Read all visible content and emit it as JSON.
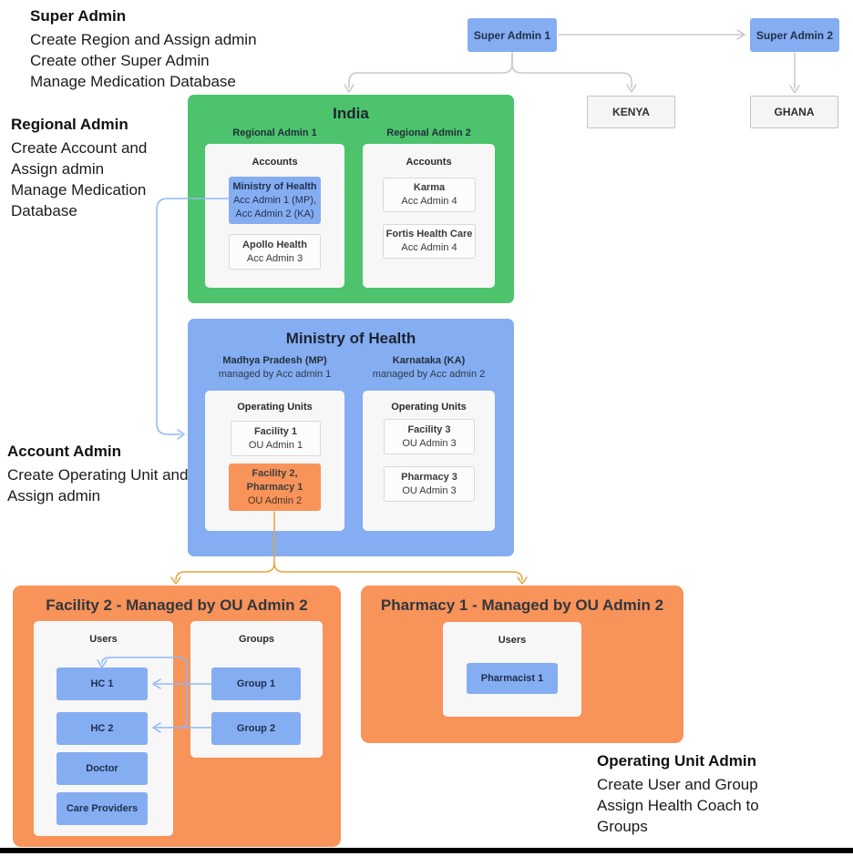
{
  "annotations": {
    "super_admin": {
      "title": "Super Admin",
      "lines": [
        "Create Region and Assign admin",
        "Create other Super Admin",
        "Manage Medication Database"
      ]
    },
    "regional_admin": {
      "title": "Regional Admin",
      "lines": [
        "Create Account and",
        "Assign admin",
        "Manage Medication",
        "Database"
      ]
    },
    "account_admin": {
      "title": "Account Admin",
      "lines": [
        "Create Operating Unit and",
        "Assign admin"
      ]
    },
    "operating_unit_admin": {
      "title": "Operating Unit Admin",
      "lines": [
        "Create User and Group",
        "Assign Health Coach to",
        "Groups"
      ]
    }
  },
  "top_nodes": {
    "super_admin_1": "Super Admin 1",
    "super_admin_2": "Super Admin 2",
    "kenya": "KENYA",
    "ghana": "GHANA"
  },
  "india": {
    "title": "India",
    "col1": {
      "label": "Regional Admin 1",
      "panel_title": "Accounts",
      "ministry": {
        "name": "Ministry of Health",
        "line1": "Acc Admin 1 (MP),",
        "line2": "Acc Admin 2 (KA)"
      },
      "apollo": {
        "name": "Apollo Health",
        "line1": "Acc Admin 3"
      }
    },
    "col2": {
      "label": "Regional Admin 2",
      "panel_title": "Accounts",
      "karma": {
        "name": "Karma",
        "line1": "Acc Admin 4"
      },
      "fortis": {
        "name": "Fortis Health Care",
        "line1": "Acc Admin 4"
      }
    }
  },
  "ministry": {
    "title": "Ministry of Health",
    "col1": {
      "label": "Madhya Pradesh (MP)",
      "sublabel": "managed by Acc admin 1",
      "panel_title": "Operating Units",
      "facility1": {
        "name": "Facility 1",
        "line1": "OU Admin 1"
      },
      "facility2": {
        "name1": "Facility 2,",
        "name2": "Pharmacy 1",
        "line1": "OU Admin 2"
      }
    },
    "col2": {
      "label": "Karnataka (KA)",
      "sublabel": "managed by Acc admin 2",
      "panel_title": "Operating Units",
      "facility3": {
        "name": "Facility 3",
        "line1": "OU Admin 3"
      },
      "pharmacy3": {
        "name": "Pharmacy 3",
        "line1": "OU Admin 3"
      }
    }
  },
  "facility2": {
    "title": "Facility 2 - Managed by OU Admin 2",
    "users_title": "Users",
    "users": [
      "HC 1",
      "HC 2",
      "Doctor",
      "Care Providers"
    ],
    "groups_title": "Groups",
    "groups": [
      "Group 1",
      "Group 2"
    ]
  },
  "pharmacy1": {
    "title": "Pharmacy 1 - Managed by OU Admin 2",
    "users_title": "Users",
    "users": [
      "Pharmacist 1"
    ]
  },
  "colors": {
    "blue": "#85ADF2",
    "green": "#4CC36C",
    "orange": "#F8935A",
    "amber_line": "#E5A33D",
    "gray_line": "#C8C8C8",
    "blue_line": "#8FB7F7",
    "panel_bg": "#F7F7F7",
    "card_bg": "#FCFCFC",
    "card_border": "#D8D8D8",
    "region_bg": "#F5F5F5",
    "region_border": "#C4C4C4"
  }
}
